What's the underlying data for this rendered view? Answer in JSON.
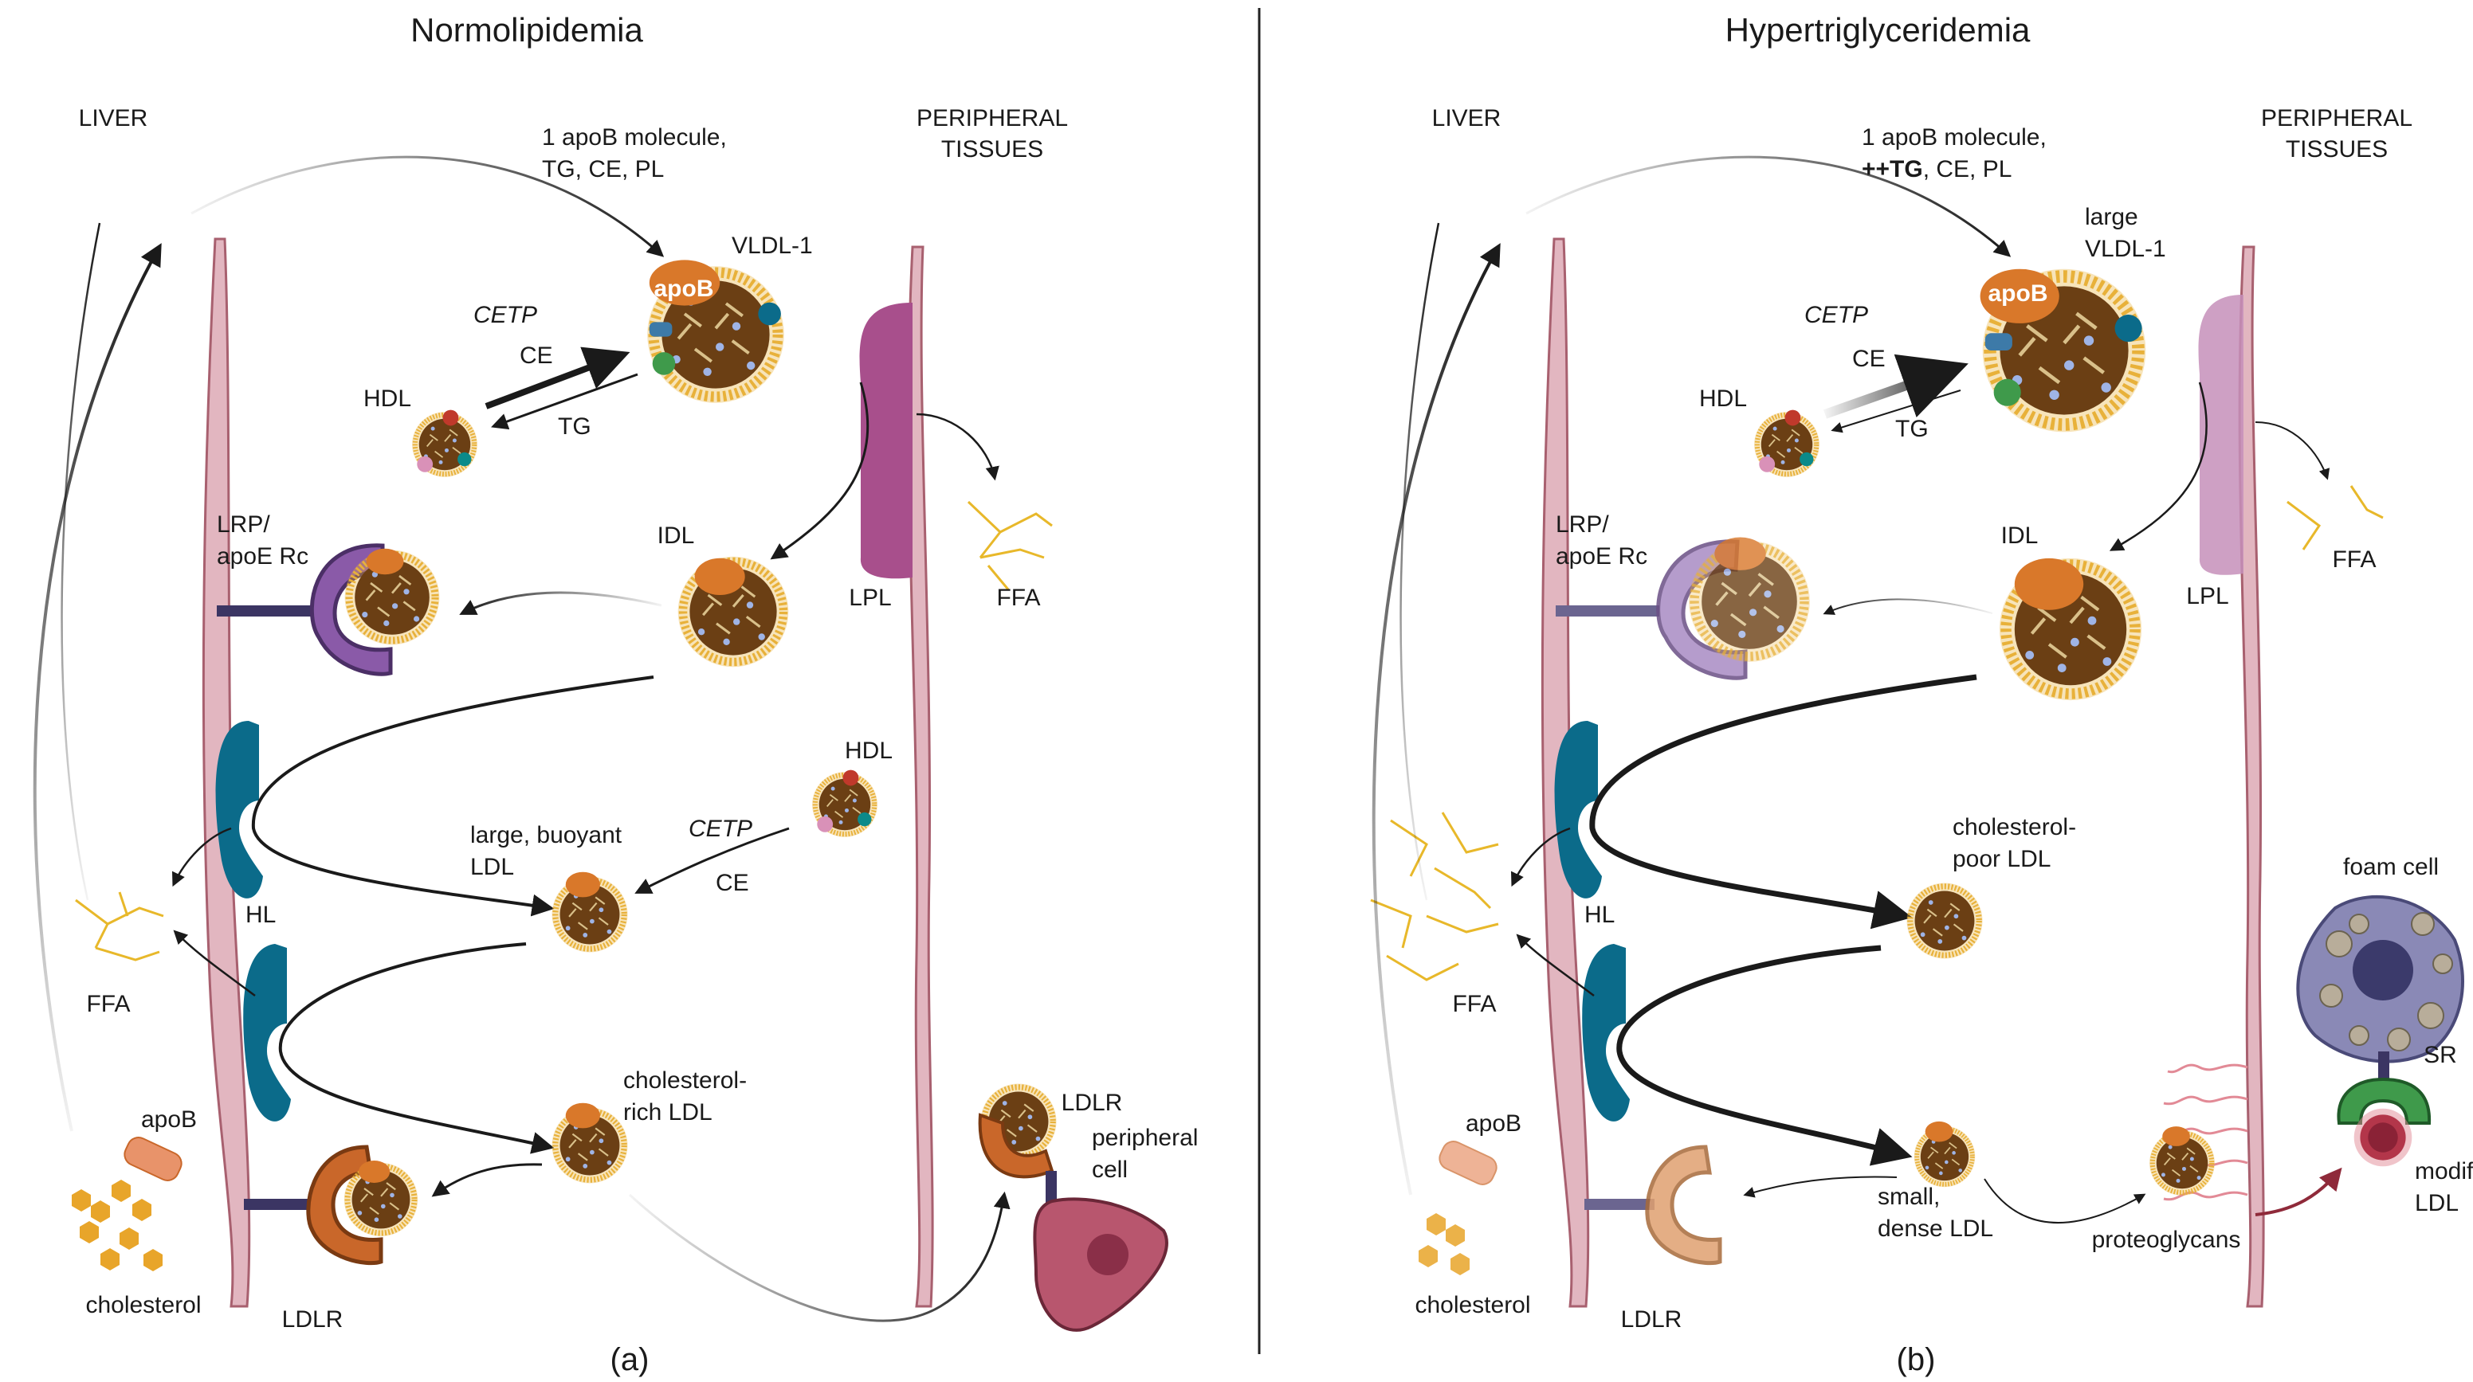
{
  "panel_a": {
    "title": "Normolipidemia",
    "caption": "(a)",
    "liver": "LIVER",
    "peripheral_1": "PERIPHERAL",
    "peripheral_2": "TISSUES",
    "vldl_note_1": "1 apoB molecule,",
    "vldl_note_2": "TG, CE, PL",
    "vldl": "VLDL-1",
    "apob_tag": "apoB",
    "cetp": "CETP",
    "ce": "CE",
    "tg": "TG",
    "hdl": "HDL",
    "lrp_1": "LRP/",
    "lrp_2": "apoE Rc",
    "idl": "IDL",
    "lpl": "LPL",
    "ffa": "FFA",
    "hdl2": "HDL",
    "cetp2": "CETP",
    "ce2": "CE",
    "ldl_large_1": "large, buoyant",
    "ldl_large_2": "LDL",
    "hl": "HL",
    "ffa2": "FFA",
    "ldl_rich_1": "cholesterol-",
    "ldl_rich_2": "rich LDL",
    "apob": "apoB",
    "cholesterol": "cholesterol",
    "ldlr": "LDLR",
    "ldlr2": "LDLR",
    "periph_cell_1": "peripheral",
    "periph_cell_2": "cell"
  },
  "panel_b": {
    "title": "Hypertriglyceridemia",
    "caption": "(b)",
    "liver": "LIVER",
    "peripheral_1": "PERIPHERAL",
    "peripheral_2": "TISSUES",
    "vldl_note_1": "1 apoB molecule,",
    "vldl_note_2a": "++TG",
    "vldl_note_2b": ", CE, PL",
    "vldl_1": "large",
    "vldl_2": "VLDL-1",
    "apob_tag": "apoB",
    "cetp": "CETP",
    "ce": "CE",
    "tg": "TG",
    "hdl": "HDL",
    "lrp_1": "LRP/",
    "lrp_2": "apoE Rc",
    "idl": "IDL",
    "lpl": "LPL",
    "ffa": "FFA",
    "ldl_poor_1": "cholesterol-",
    "ldl_poor_2": "poor LDL",
    "hl": "HL",
    "ffa2": "FFA",
    "ldl_small_1": "small,",
    "ldl_small_2": "dense LDL",
    "proteoglycans": "proteoglycans",
    "foam": "foam cell",
    "sr": "SR",
    "mod_1": "modified",
    "mod_2": "LDL",
    "apob": "apoB",
    "cholesterol": "cholesterol",
    "ldlr": "LDLR"
  },
  "colors": {
    "endothelium": "#e2b6c0",
    "endothelium_stroke": "#a8606f",
    "lpl": "#a84f8c",
    "hl": "#0b6b8a",
    "lrp": "#8a5aa8",
    "ldlr": "#c9672a",
    "lipoprotein_core": "#6b3f14",
    "phospholipid": "#e8b13a",
    "apob": "#d9782a",
    "ffa": "#e8b82a",
    "cell": "#b8566e",
    "foam": "#7b7aa6",
    "sr_green": "#3f9a4b",
    "divider": "#222222"
  }
}
